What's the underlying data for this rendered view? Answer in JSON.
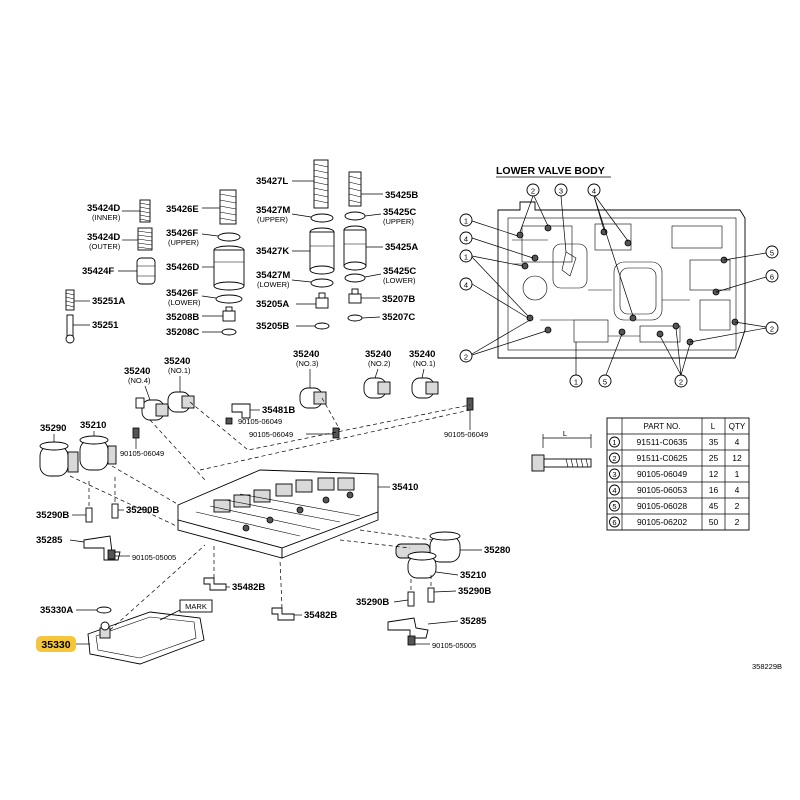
{
  "diagram": {
    "valve_body_title": "LOWER VALVE BODY",
    "figure_code": "358229B",
    "mark_label": "MARK",
    "highlight_part": "35330",
    "labels": {
      "l35424d_inner": "35424D",
      "l35424d_inner_sub": "(INNER)",
      "l35424d_outer": "35424D",
      "l35424d_outer_sub": "(OUTER)",
      "l35424f": "35424F",
      "l35251a": "35251A",
      "l35251": "35251",
      "l35426e": "35426E",
      "l35426f_upper": "35426F",
      "l35426f_upper_sub": "(UPPER)",
      "l35426d": "35426D",
      "l35426f_lower": "35426F",
      "l35426f_lower_sub": "(LOWER)",
      "l35208b": "35208B",
      "l35208c": "35208C",
      "l35427l": "35427L",
      "l35427m_upper": "35427M",
      "l35427m_upper_sub": "(UPPER)",
      "l35427k": "35427K",
      "l35427m_lower": "35427M",
      "l35427m_lower_sub": "(LOWER)",
      "l35205a": "35205A",
      "l35205b": "35205B",
      "l35425b": "35425B",
      "l35425c_upper": "35425C",
      "l35425c_upper_sub": "(UPPER)",
      "l35425a": "35425A",
      "l35425c_lower": "35425C",
      "l35425c_lower_sub": "(LOWER)",
      "l35207b": "35207B",
      "l35207c": "35207C",
      "l35240_no4": "35240",
      "l35240_no4_sub": "(NO.4)",
      "l35240_no1a": "35240",
      "l35240_no1a_sub": "(NO.1)",
      "l35240_no3": "35240",
      "l35240_no3_sub": "(NO.3)",
      "l35240_no2": "35240",
      "l35240_no2_sub": "(NO.2)",
      "l35240_no1b": "35240",
      "l35240_no1b_sub": "(NO.1)",
      "l35481b": "35481B",
      "b06049_a": "90105-06049",
      "b06049_b": "90105-06049",
      "b06049_c": "90105-06049",
      "b06049_d": "90105-06049",
      "l35290a": "35290",
      "l35210a": "35210",
      "l35290b_a": "35290B",
      "l35290b_b": "35290B",
      "l35285a": "35285",
      "b05005_a": "90105-05005",
      "l35410": "35410",
      "l35482b_a": "35482B",
      "l35482b_b": "35482B",
      "l35330a": "35330A",
      "l35280": "35280",
      "l35210b": "35210",
      "l35290b_c": "35290B",
      "l35290b_d": "35290B",
      "l35285b": "35285",
      "b05005_b": "90105-05005"
    },
    "callouts_left": [
      "1",
      "4",
      "1",
      "4",
      "2"
    ],
    "callouts_top": [
      "2",
      "3",
      "4"
    ],
    "callouts_right": [
      "5",
      "6",
      "2"
    ],
    "callouts_bottom": [
      "1",
      "5",
      "2"
    ],
    "bolt_length_label": "L"
  },
  "bolt_table": {
    "headers": [
      "PART NO.",
      "L",
      "QTY"
    ],
    "rows": [
      {
        "num": "1",
        "part": "91511-C0635",
        "l": "35",
        "qty": "4"
      },
      {
        "num": "2",
        "part": "91511-C0625",
        "l": "25",
        "qty": "12"
      },
      {
        "num": "3",
        "part": "90105-06049",
        "l": "12",
        "qty": "1"
      },
      {
        "num": "4",
        "part": "90105-06053",
        "l": "16",
        "qty": "4"
      },
      {
        "num": "5",
        "part": "90105-06028",
        "l": "45",
        "qty": "2"
      },
      {
        "num": "6",
        "part": "90105-06202",
        "l": "50",
        "qty": "2"
      }
    ]
  }
}
